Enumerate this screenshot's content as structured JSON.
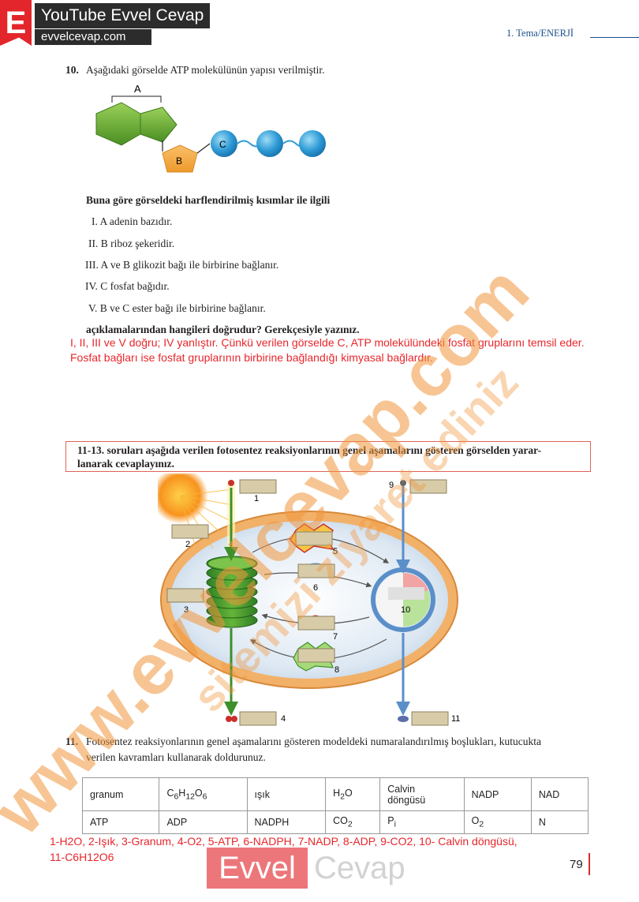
{
  "header": {
    "logo_letter": "E",
    "channel": "YouTube Evvel Cevap",
    "site": "evvelcevap.com",
    "tema": "1. Tema/ENERJİ"
  },
  "q10": {
    "number": "10.",
    "stem": "Aşağıdaki görselde ATP molekülünün yapısı verilmiştir.",
    "label_a": "A",
    "label_b": "B",
    "label_c": "C",
    "intro": "Buna göre görseldeki harflendirilmiş kısımlar ile ilgili",
    "items": [
      "I.  A adenin bazıdır.",
      "II.  B riboz şekeridir.",
      "III.  A ve B glikozit bağı ile birbirine bağlanır.",
      "IV.  C fosfat bağıdır.",
      "V.  B ve C ester bağı ile birbirine bağlanır."
    ],
    "question": "açıklamalarından hangileri doğrudur? Gerekçesiyle yazınız.",
    "answer_line1": "I, II, III ve V doğru; IV yanlıştır. Çünkü verilen görselde C, ATP molekülündeki fosfat gruplarını temsil eder.",
    "answer_line2": "Fosfat bağları ise fosfat gruplarının birbirine bağlandığı kimyasal bağlardır."
  },
  "instruction": {
    "line1": "11-13. soruları aşağıda verilen fotosentez reaksiyonlarının genel aşamalarını gösteren görselden yarar-",
    "line2": "lanarak cevaplayınız."
  },
  "diagram": {
    "numbers": [
      "1",
      "2",
      "3",
      "4",
      "5",
      "6",
      "7",
      "8",
      "9",
      "10",
      "11"
    ]
  },
  "q11": {
    "number": "11.",
    "line1": "Fotosentez reaksiyonlarının genel aşamalarını gösteren modeldeki numaralandırılmış boşlukları, kutucukta",
    "line2": "verilen kavramları kullanarak doldurunuz.",
    "row1": [
      "granum",
      "C",
      "ışık",
      "H",
      "Calvin",
      "NADP",
      "NAD"
    ],
    "glucose_sub": [
      "6",
      "12",
      "6"
    ],
    "glucose_letters": [
      "H",
      "O"
    ],
    "water_sub": "2",
    "water_o": "O",
    "calvin_line2": "döngüsü",
    "row2": [
      "ATP",
      "ADP",
      "NADPH",
      "CO",
      "P",
      "O",
      "N"
    ],
    "co2_sub": "2",
    "pi_sub": "i",
    "o2_sub": "2",
    "answer_line1": "1-H2O, 2-Işık, 3-Granum, 4-O2, 5-ATP, 6-NADPH, 7-NADP, 8-ADP, 9-CO2, 10- Calvin döngüsü,",
    "answer_line2": "11-C6H12O6"
  },
  "footer": {
    "page": "79",
    "wm_evvel": "Evvel",
    "wm_cevap": "Cevap"
  },
  "watermarks": {
    "site": "www.evvelcevap.com",
    "visit": "sitemizi ziyaret ediniz"
  },
  "colors": {
    "red": "#e8262b",
    "green": "#5aa630",
    "blue": "#2f9fd8",
    "orange": "#f4a340",
    "box_tan": "#d8cca8"
  }
}
